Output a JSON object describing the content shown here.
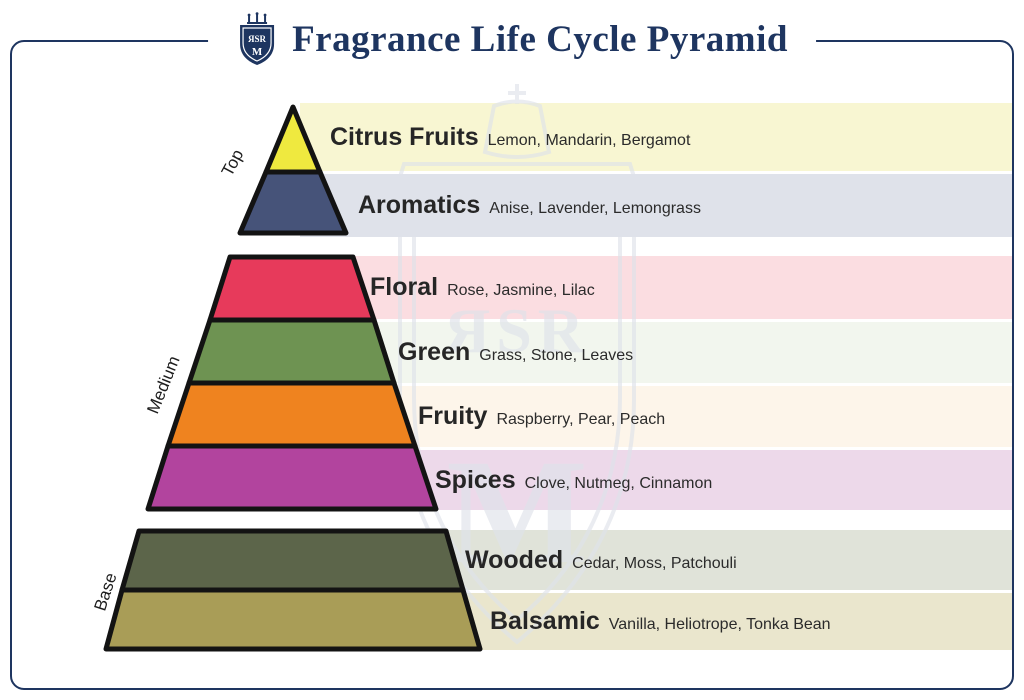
{
  "header": {
    "title": "Fragrance Life Cycle Pyramid"
  },
  "logo": {
    "monogram": "ЯSR"
  },
  "watermark": {
    "monogram": "ЯSR",
    "initial": "M"
  },
  "palette": {
    "navy": "#1e3560",
    "outline": "#131313"
  },
  "sections": [
    {
      "name": "Top",
      "layers": [
        {
          "label": "Citrus Fruits",
          "notes": "Lemon, Mandarin, Bergamot",
          "layer_color": "#efe93f",
          "band_color": "#f8f6d2"
        },
        {
          "label": "Aromatics",
          "notes": "Anise, Lavender, Lemongrass",
          "layer_color": "#465379",
          "band_color": "#dfe2ea"
        }
      ]
    },
    {
      "name": "Medium",
      "layers": [
        {
          "label": "Floral",
          "notes": "Rose, Jasmine, Lilac",
          "layer_color": "#e73a5b",
          "band_color": "#fbdde1"
        },
        {
          "label": "Green",
          "notes": "Grass, Stone, Leaves",
          "layer_color": "#6e9352",
          "band_color": "#f2f6ee"
        },
        {
          "label": "Fruity",
          "notes": "Raspberry, Pear, Peach",
          "layer_color": "#ef831f",
          "band_color": "#fdf5ea"
        },
        {
          "label": "Spices",
          "notes": "Clove, Nutmeg, Cinnamon",
          "layer_color": "#b2449e",
          "band_color": "#edd9ea"
        }
      ]
    },
    {
      "name": "Base",
      "layers": [
        {
          "label": "Wooded",
          "notes": "Cedar, Moss, Patchouli",
          "layer_color": "#5c654a",
          "band_color": "#e0e3d9"
        },
        {
          "label": "Balsamic",
          "notes": "Vanilla, Heliotrope, Tonka Bean",
          "layer_color": "#a99d57",
          "band_color": "#eae6cd"
        }
      ]
    }
  ]
}
